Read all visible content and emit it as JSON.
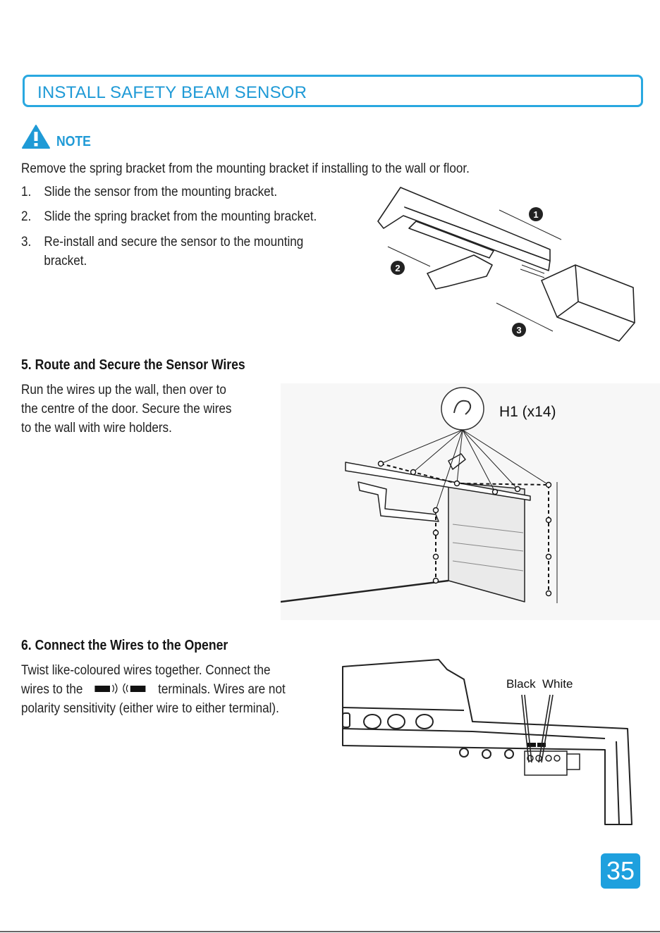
{
  "header": {
    "title": "INSTALL SAFETY BEAM SENSOR"
  },
  "note": {
    "label": "NOTE",
    "text": "Remove the spring bracket from the mounting bracket if installing to the wall or floor."
  },
  "steps": [
    {
      "num": "1.",
      "text": "Slide the sensor from the mounting bracket."
    },
    {
      "num": "2.",
      "text": "Slide the spring bracket from the mounting bracket."
    },
    {
      "num": "3.",
      "text_line1": "Re-install and secure the sensor to the mounting",
      "text_line2": "bracket."
    }
  ],
  "figure1": {
    "callouts": [
      "1",
      "2",
      "3"
    ]
  },
  "section5": {
    "heading": "5.  Route and Secure the Sensor Wires",
    "lines": [
      "Run the wires up the wall, then over to",
      "the centre of the door. Secure the wires",
      "to the wall with wire holders."
    ],
    "figure_label": "H1 (x14)"
  },
  "section6": {
    "heading": "6.  Connect the Wires to the Opener",
    "line1": "Twist like-coloured wires together. Connect the",
    "line2_pre": "wires to the",
    "line2_post": "terminals. Wires are not",
    "line3": "polarity sensitivity (either wire to either terminal).",
    "wire_labels": [
      "Black",
      "White"
    ]
  },
  "page_number": "35",
  "colors": {
    "accent": "#1ea0de"
  }
}
